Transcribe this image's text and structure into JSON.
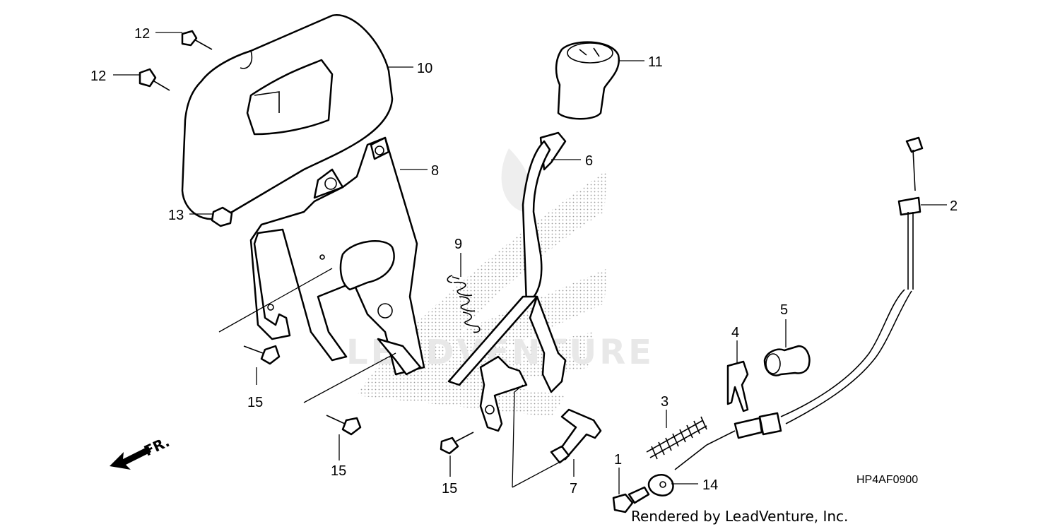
{
  "diagram": {
    "callouts": [
      {
        "id": "c12a",
        "label": "12"
      },
      {
        "id": "c12b",
        "label": "12"
      },
      {
        "id": "c10",
        "label": "10"
      },
      {
        "id": "c11",
        "label": "11"
      },
      {
        "id": "c8",
        "label": "8"
      },
      {
        "id": "c6",
        "label": "6"
      },
      {
        "id": "c13",
        "label": "13"
      },
      {
        "id": "c9",
        "label": "9"
      },
      {
        "id": "c2",
        "label": "2"
      },
      {
        "id": "c5",
        "label": "5"
      },
      {
        "id": "c4",
        "label": "4"
      },
      {
        "id": "c3",
        "label": "3"
      },
      {
        "id": "c15a",
        "label": "15"
      },
      {
        "id": "c15b",
        "label": "15"
      },
      {
        "id": "c15c",
        "label": "15"
      },
      {
        "id": "c7",
        "label": "7"
      },
      {
        "id": "c1",
        "label": "1"
      },
      {
        "id": "c14",
        "label": "14"
      }
    ],
    "diagram_code": "HP4AF0900",
    "direction_label": "FR.",
    "watermark_text": "LEADVENTURE",
    "credit": "Rendered by LeadVenture, Inc."
  }
}
